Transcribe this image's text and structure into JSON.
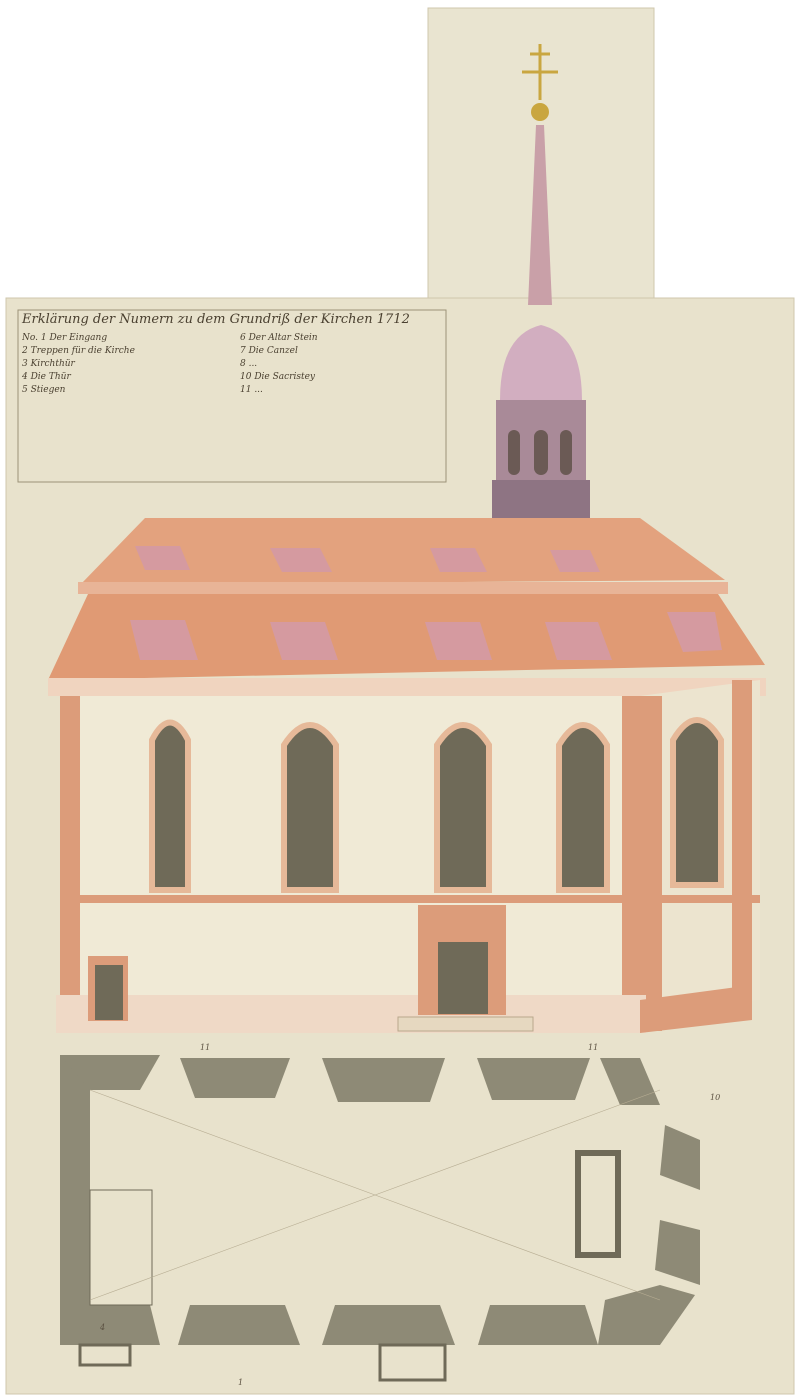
{
  "drawing": {
    "legend": {
      "title": "Erklärung der Numern zu dem Grundriß der Kirchen",
      "date": "1712",
      "items_left": [
        "No. 1 Der Eingang",
        "2 Treppen für die Kirche",
        "3 Kirchthür",
        "4 Die Thür",
        "5 Stiegen"
      ],
      "items_right": [
        "6 Der Altar Stein",
        "7 Die Canzel",
        "8 ...",
        "10 Die Sacristey",
        "11 ..."
      ]
    },
    "plan_numbers": [
      "11",
      "11",
      "10",
      "1",
      "4"
    ],
    "colors": {
      "paper": "#e8e2cc",
      "roof": "#e3a27e",
      "wall": "#f0ead6",
      "pilaster": "#dc9c7a",
      "window": "#6f6a58",
      "tower": "#a98a98",
      "plan_wall": "#8e8a76",
      "gold": "#c9a640"
    }
  }
}
